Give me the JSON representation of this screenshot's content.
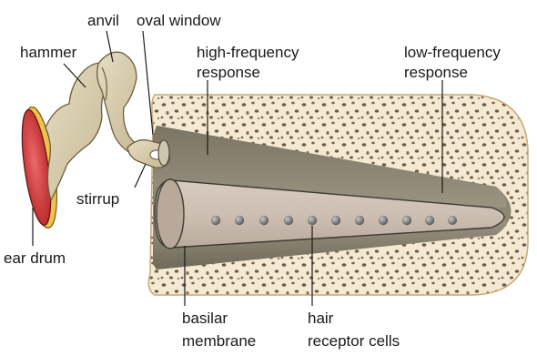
{
  "diagram": {
    "labels": {
      "anvil": "anvil",
      "oval_window": "oval window",
      "hammer": "hammer",
      "high_freq_line1": "high-frequency",
      "high_freq_line2": "response",
      "low_freq_line1": "low-frequency",
      "low_freq_line2": "response",
      "stirrup": "stirrup",
      "ear_drum": "ear drum",
      "basilar_line1": "basilar",
      "basilar_line2": "membrane",
      "hair_line1": "hair",
      "hair_line2": "receptor cells"
    },
    "colors": {
      "bone": "#f4e9d2",
      "bone_speckle": "#6e5a45",
      "duct": "#8d8674",
      "duct_dark": "#6f6959",
      "basilar": "#c9bcaf",
      "ossicle": "#d8cdb1",
      "ear_drum": "#d23a3a",
      "ear_drum_rim": "#f0c24a",
      "hair_cell": "#6b6b6b"
    },
    "hair_cell_count": 11
  }
}
